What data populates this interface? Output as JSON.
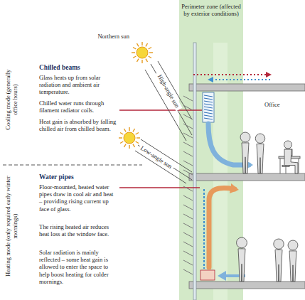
{
  "diagram": {
    "nodes": [
      {
        "text": [
          "Perimeter zone (affected by exterior conditions)"
        ]
      }
    ],
    "labels": [
      "Northern sun",
      "Chilled beams",
      "Glass heats up from solar radiation and ambient air temperature.",
      "Chilled water runs through filament radiator coils.",
      "Heat gain is absorbed by falling chilled air from chilled beam.",
      "Cooling mode (generally office hours)",
      "High-angle sun",
      "Low-angle sun",
      "Office",
      "Water pipes",
      "Floor-mounted, heated water pipes draw in cool air and heat – providing rising current up face of glass.",
      "The rising heated air reduces heat loss at the window face.",
      "Solar radiation is mainly reflected – some heat gain is allowed to enter the space to help boost heating for colder mornings.",
      "Heating mode (only required early winter mornings)"
    ]
  }
}
